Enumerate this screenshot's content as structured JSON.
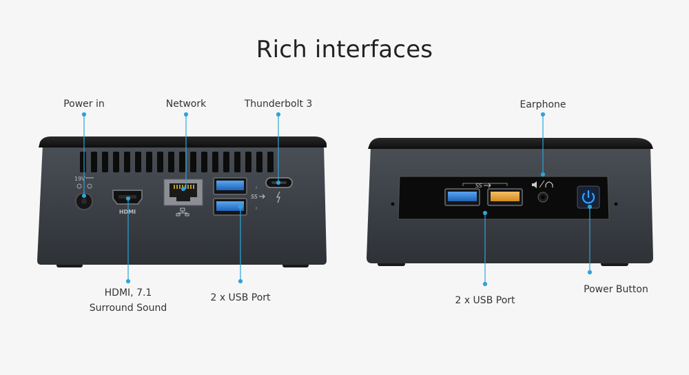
{
  "title": "Rich interfaces",
  "back_panel": {
    "labels": {
      "power_in": "Power in",
      "network": "Network",
      "thunderbolt": "Thunderbolt 3",
      "hdmi_line1": "HDMI, 7.1",
      "hdmi_line2": "Surround Sound",
      "usb": "2 x USB Port"
    },
    "printed": {
      "voltage": "19V",
      "hdmi_logo": "HDMI"
    }
  },
  "front_panel": {
    "labels": {
      "earphone": "Earphone",
      "usb": "2 x USB Port",
      "power_button": "Power Button"
    }
  },
  "colors": {
    "chassis": "#3b3f45",
    "top_cover": "#1b1b1b",
    "usb_blue": "#2f7fd6",
    "usb_yellow": "#e8a23a",
    "callout": "#2fa3d8",
    "power_glow": "#3aa0ff"
  }
}
